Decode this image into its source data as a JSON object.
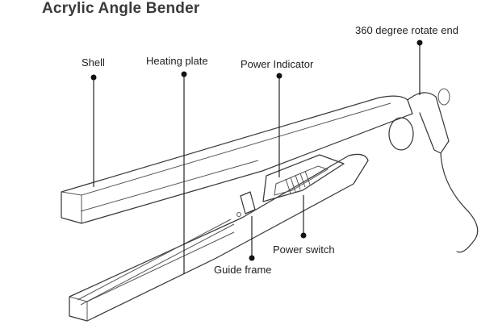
{
  "title": "Acrylic Angle Bender",
  "labels": {
    "rotate_end": "360 degree rotate end",
    "shell": "Shell",
    "heating_plate": "Heating plate",
    "power_indicator": "Power Indicator",
    "power_switch": "Power switch",
    "guide_frame": "Guide frame"
  },
  "colors": {
    "outline": "#3a3a3a",
    "leader": "#111111",
    "text": "#1e1e1e"
  }
}
